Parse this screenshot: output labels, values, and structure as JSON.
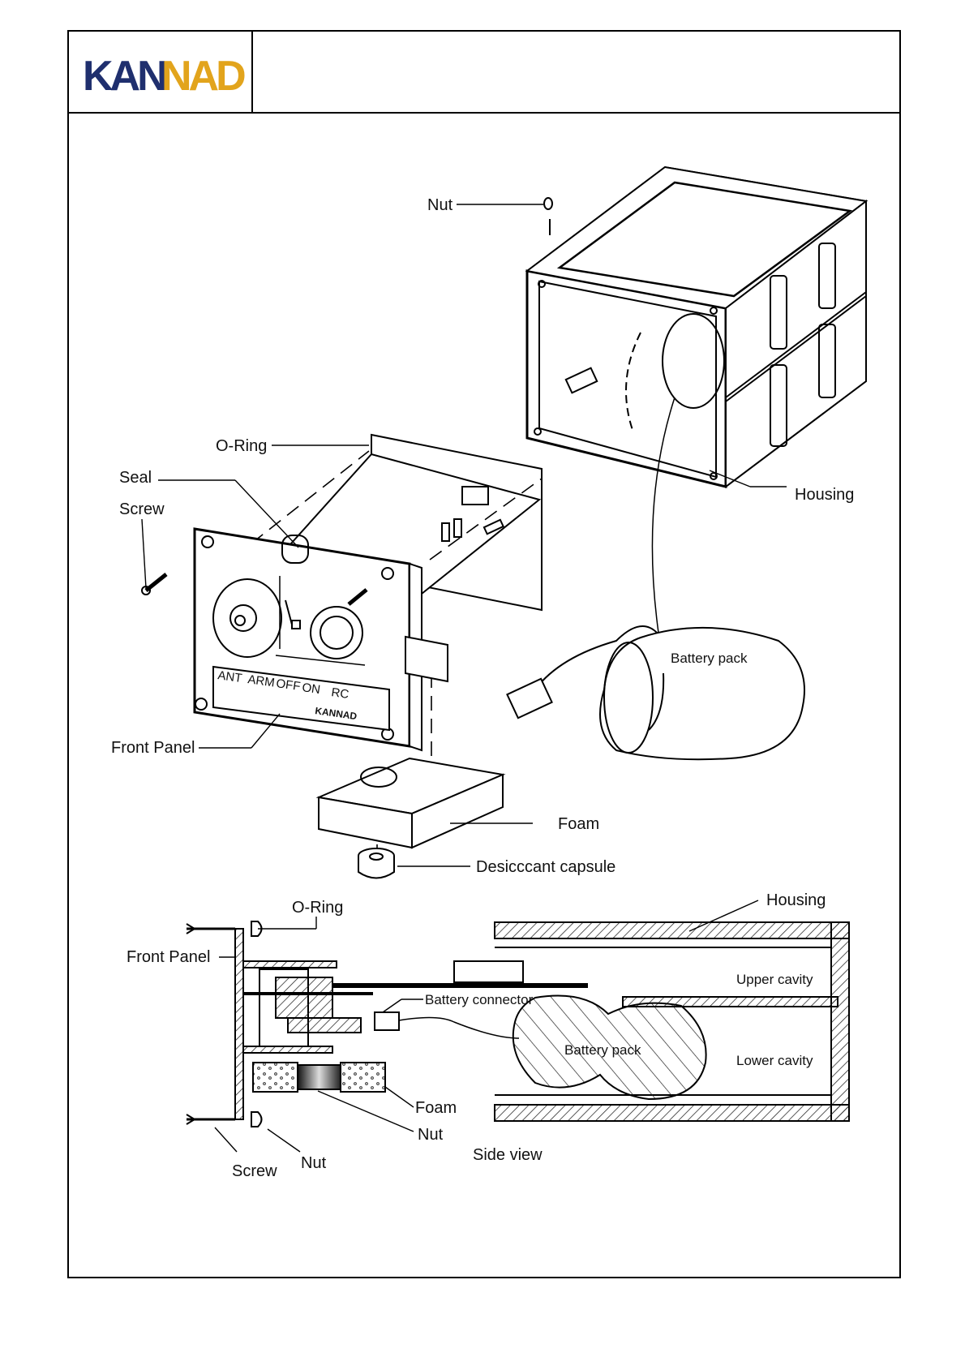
{
  "header": {
    "logo_text_left": "KAN",
    "logo_text_right": "NAD",
    "logo_colors": {
      "navy": "#1f2f6e",
      "gold": "#e2a41c"
    }
  },
  "exploded_view": {
    "labels": {
      "nut": "Nut",
      "o_ring": "O-Ring",
      "seal": "Seal",
      "screw": "Screw",
      "housing": "Housing",
      "battery_pack": "Battery pack",
      "front_panel": "Front Panel",
      "foam": "Foam",
      "desiccant_capsule": "Desicccant capsule"
    },
    "panel_markings": {
      "ant": "ANT",
      "arm": "ARM",
      "off": "OFF",
      "on": "ON",
      "rc": "RC",
      "brand": "KANNAD"
    }
  },
  "side_view": {
    "caption": "Side view",
    "labels": {
      "o_ring": "O-Ring",
      "housing": "Housing",
      "front_panel": "Front Panel",
      "upper_cavity": "Upper cavity",
      "battery_connector": "Battery connector",
      "battery_pack": "Battery pack",
      "lower_cavity": "Lower cavity",
      "foam": "Foam",
      "nut_1": "Nut",
      "nut_2": "Nut",
      "screw": "Screw"
    }
  }
}
